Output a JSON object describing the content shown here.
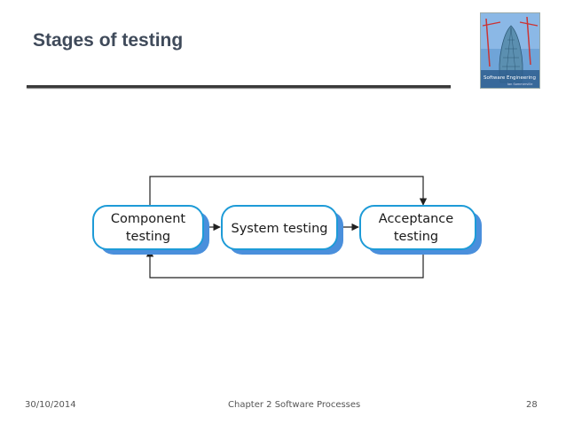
{
  "slide": {
    "title": "Stages of testing",
    "footer": {
      "date": "30/10/2014",
      "chapter": "Chapter 2 Software Processes",
      "page": "28"
    }
  },
  "book_cover": {
    "title": "Software Engineering",
    "author": "Ian Sommerville"
  },
  "diagram": {
    "nodes": [
      {
        "id": "component",
        "lines": [
          "Component",
          "testing"
        ]
      },
      {
        "id": "system",
        "lines": [
          "System testing"
        ]
      },
      {
        "id": "acceptance",
        "lines": [
          "Acceptance",
          "testing"
        ]
      }
    ],
    "edges": [
      {
        "from": "component",
        "to": "system",
        "kind": "forward"
      },
      {
        "from": "system",
        "to": "acceptance",
        "kind": "forward"
      },
      {
        "from": "component",
        "to": "acceptance",
        "kind": "loop-top"
      },
      {
        "from": "acceptance",
        "to": "component",
        "kind": "loop-bottom"
      }
    ],
    "colors": {
      "node_fill": "#ffffff",
      "node_border": "#1e9bd7",
      "node_shadow": "#4a8fdc",
      "line": "#222222"
    }
  }
}
